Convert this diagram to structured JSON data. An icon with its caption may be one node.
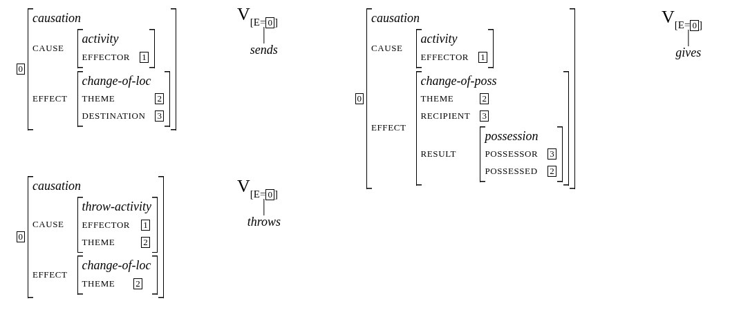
{
  "diagram": {
    "nodes": [
      {
        "text": [
          "0"
        ]
      },
      {
        "text": [
          "causation",
          "CAUSE",
          "EFFECT"
        ]
      },
      {
        "text": [
          "activity",
          "EFFECTOR"
        ],
        "in": 1
      },
      {
        "text": [
          "1"
        ],
        "in": 2
      },
      {
        "text": [
          "change-of-loc",
          "THEME",
          "DESTINATION"
        ],
        "in": 1
      },
      {
        "text": [
          "2"
        ],
        "in": 4
      },
      {
        "text": [
          "3"
        ],
        "in": 4
      },
      {
        "text": [
          "V",
          "[E=",
          "]"
        ]
      },
      {
        "text": [
          "0"
        ],
        "in": 7
      },
      {
        "text": [
          "sends"
        ]
      },
      {
        "text": [
          "0"
        ]
      },
      {
        "text": [
          "causation",
          "CAUSE",
          "EFFECT"
        ]
      },
      {
        "text": [
          "activity",
          "EFFECTOR"
        ],
        "in": 11
      },
      {
        "text": [
          "1"
        ],
        "in": 12
      },
      {
        "text": [
          "change-of-poss",
          "THEME",
          "RECIPIENT",
          "RESULT"
        ],
        "in": 11
      },
      {
        "text": [
          "2"
        ],
        "in": 14
      },
      {
        "text": [
          "3"
        ],
        "in": 14
      },
      {
        "text": [
          "possession",
          "POSSESSOR",
          "POSSESSED"
        ],
        "in": 14
      },
      {
        "text": [
          "3"
        ],
        "in": 17
      },
      {
        "text": [
          "2"
        ],
        "in": 17
      },
      {
        "text": [
          "V",
          "[E=",
          "]"
        ]
      },
      {
        "text": [
          "0"
        ],
        "in": 20
      },
      {
        "text": [
          "gives"
        ]
      },
      {
        "text": [
          "0"
        ]
      },
      {
        "text": [
          "causation",
          "CAUSE",
          "EFFECT"
        ]
      },
      {
        "text": [
          "throw-activity",
          "EFFECTOR",
          "THEME"
        ],
        "in": 24
      },
      {
        "text": [
          "1"
        ],
        "in": 25
      },
      {
        "text": [
          "2"
        ],
        "in": 25
      },
      {
        "text": [
          "change-of-loc",
          "THEME"
        ],
        "in": 24
      },
      {
        "text": [
          "2"
        ],
        "in": 28
      },
      {
        "text": [
          "V",
          "[E=",
          "]"
        ]
      },
      {
        "text": [
          "0"
        ],
        "in": 30
      },
      {
        "text": [
          "throws"
        ]
      }
    ],
    "edges": [
      {
        "from": 7,
        "to": 9,
        "arrow": "none"
      },
      {
        "from": 20,
        "to": 22,
        "arrow": "none"
      },
      {
        "from": 30,
        "to": 32,
        "arrow": "none"
      }
    ]
  }
}
